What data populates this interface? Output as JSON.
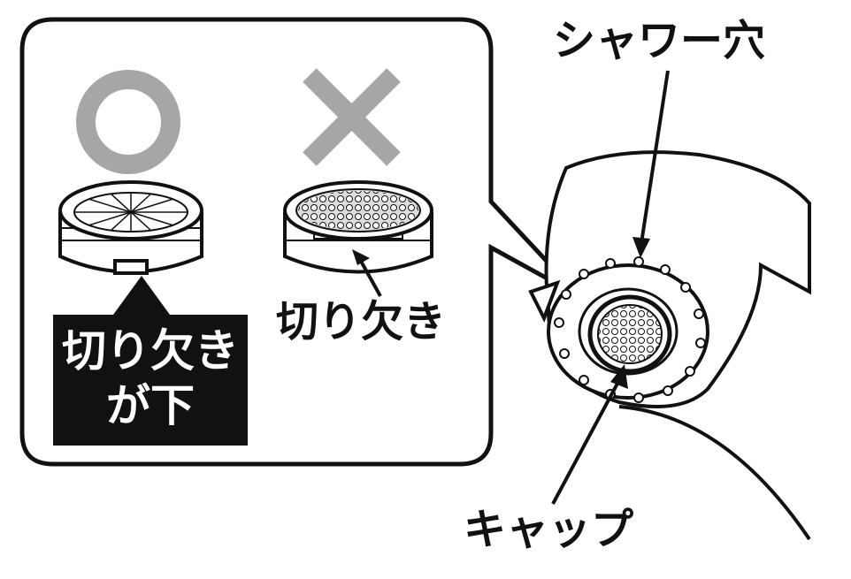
{
  "labels": {
    "shower_holes": "シャワー穴",
    "notch": "切り欠き",
    "cap": "キャップ",
    "correct_line1": "切り欠き",
    "correct_line2": "が下"
  },
  "symbols": {
    "correct": "○",
    "wrong": "×"
  },
  "colors": {
    "symbol": "#a6a6a6",
    "badge": "#111111",
    "line": "#111111"
  }
}
